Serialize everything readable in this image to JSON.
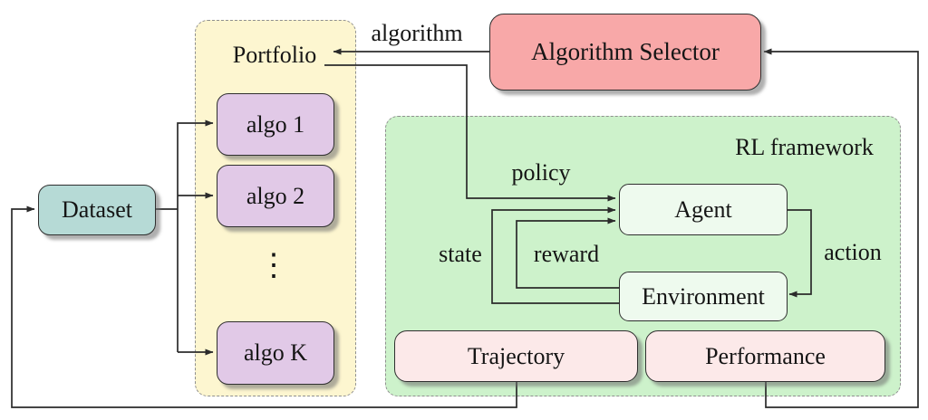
{
  "figure": {
    "type": "flow-diagram"
  },
  "containers": {
    "portfolio": {
      "label": "Portfolio",
      "ellipsis": "⋮"
    },
    "rl_framework": {
      "label": "RL framework"
    }
  },
  "nodes": {
    "dataset": {
      "label": "Dataset"
    },
    "algo_1": {
      "label": "algo 1"
    },
    "algo_2": {
      "label": "algo 2"
    },
    "algo_k": {
      "label": "algo K"
    },
    "algorithm_selector": {
      "label": "Algorithm Selector"
    },
    "agent": {
      "label": "Agent"
    },
    "environment": {
      "label": "Environment"
    },
    "trajectory": {
      "label": "Trajectory"
    },
    "performance": {
      "label": "Performance"
    }
  },
  "edge_labels": {
    "algorithm": {
      "label": "algorithm"
    },
    "policy": {
      "label": "policy"
    },
    "state": {
      "label": "state"
    },
    "reward": {
      "label": "reward"
    },
    "action": {
      "label": "action"
    }
  },
  "edges": [
    {
      "from": "algorithm_selector",
      "to": "portfolio",
      "label": "algorithm"
    },
    {
      "from": "portfolio",
      "to": "agent",
      "label": "policy"
    },
    {
      "from": "environment",
      "to": "agent",
      "label": "state"
    },
    {
      "from": "environment",
      "to": "agent",
      "label": "reward"
    },
    {
      "from": "agent",
      "to": "environment",
      "label": "action"
    },
    {
      "from": "dataset",
      "to": "algo_1",
      "label": ""
    },
    {
      "from": "dataset",
      "to": "algo_2",
      "label": ""
    },
    {
      "from": "dataset",
      "to": "algo_k",
      "label": ""
    },
    {
      "from": "trajectory",
      "to": "dataset",
      "label": ""
    },
    {
      "from": "performance",
      "to": "algorithm_selector",
      "label": ""
    }
  ],
  "colors": {
    "portfolio_bg": "#fdf6d0",
    "rl_framework_bg": "#cdf2cb",
    "dataset_fill": "#b6dad6",
    "algo_fill": "#e1c9e7",
    "selector_fill": "#f8a8a8",
    "agent_environment_fill": "#eefaee",
    "trajectory_performance_fill": "#fce9e9",
    "line": "#2b2b2b",
    "dashed_border": "#8f8f8f"
  }
}
